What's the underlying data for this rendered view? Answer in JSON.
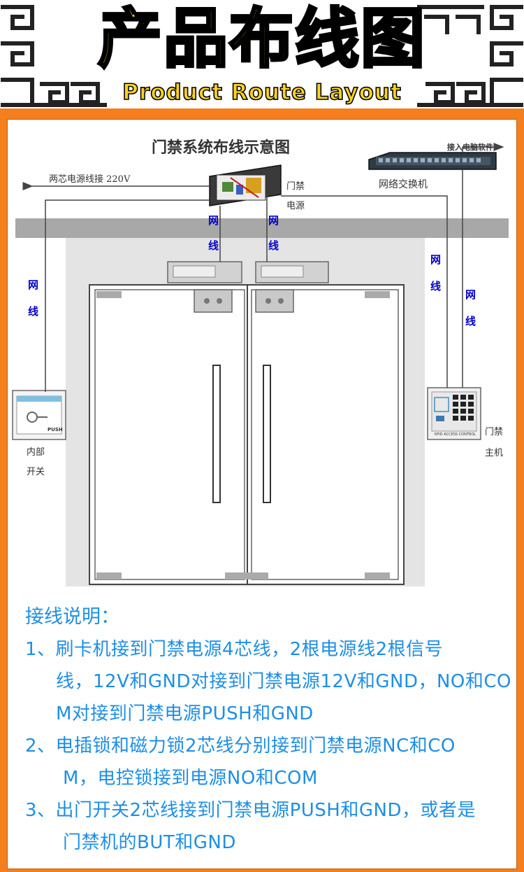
{
  "header": {
    "title": "产品布线图",
    "subtitle": "Product Route Layout"
  },
  "diagram": {
    "title": "门禁系统布线示意图",
    "power_line_label": "两芯电源线接 220V",
    "pc_software_label": "接入电脑软件",
    "switch_label": "网络交换机",
    "power_supply_label_1": "门禁",
    "power_supply_label_2": "电源",
    "network_cable_char_1": "网",
    "network_cable_char_2": "线",
    "inner_switch_label_1": "内部",
    "inner_switch_label_2": "开关",
    "controller_label_1": "门禁",
    "controller_label_2": "主机",
    "exit_button_text": "PUSH",
    "reader_text": "RFID ACCESS CONTROL"
  },
  "instructions": {
    "heading": "接线说明：",
    "lines": [
      "1、刷卡机接到门禁电源4芯线，2根电源线2根信号",
      "线，12V和GND对接到门禁电源12V和GND，NO和CO",
      "M对接到门禁电源PUSH和GND",
      "2、电插锁和磁力锁2芯线分别接到门禁电源NC和CO",
      "M，电控锁接到电源NO和COM",
      "3、出门开关2芯线接到门禁电源PUSH和GND，或者是",
      "门禁机的BUT和GND"
    ]
  },
  "colors": {
    "frame": "#f47f1f",
    "title_fill": "#ffd21e",
    "instruction_text": "#1e8ee6",
    "cable_label": "#0000cc"
  }
}
